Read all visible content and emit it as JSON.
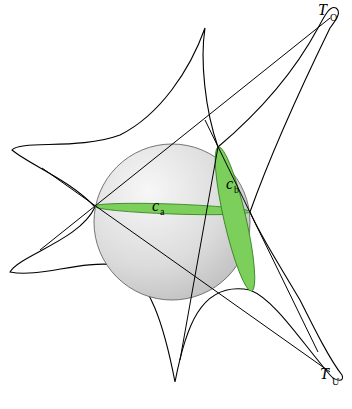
{
  "diagram": {
    "labels": [
      "T",
      "O",
      "T",
      "U",
      "c",
      "a",
      "c",
      "b"
    ]
  }
}
